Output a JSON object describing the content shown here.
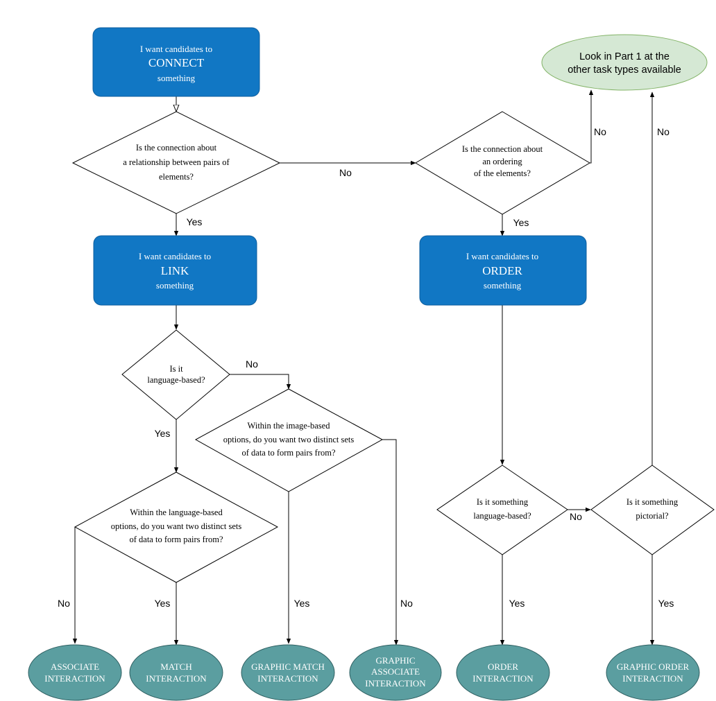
{
  "colors": {
    "box_fill": "#1177c4",
    "box_stroke": "#0d5e9e",
    "terminal_fill": "#5b9ea0",
    "terminal_stroke": "#2e5f61",
    "green_fill": "#d5e8d4",
    "green_stroke": "#82b366"
  },
  "nodes": {
    "connect_box": {
      "line1": "I want candidates to",
      "line2": "CONNECT",
      "line3": "something"
    },
    "link_box": {
      "line1": "I want candidates to",
      "line2": "LINK",
      "line3": "something"
    },
    "order_box": {
      "line1": "I want candidates to",
      "line2": "ORDER",
      "line3": "something"
    },
    "look_part1": {
      "line1": "Look in Part 1 at the",
      "line2": "other task types available"
    },
    "q_pairs": {
      "line1": "Is the connection about",
      "line2": "a relationship between pairs of",
      "line3": "elements?"
    },
    "q_ordering": {
      "line1": "Is the connection about",
      "line2": "an ordering",
      "line3": "of the elements?"
    },
    "q_language": {
      "line1": "Is it",
      "line2": "language-based?"
    },
    "q_image_sets": {
      "line1": "Within the image-based",
      "line2": "options, do you want two distinct sets",
      "line3": "of data to form pairs from?"
    },
    "q_language_sets": {
      "line1": "Within the language-based",
      "line2": "options, do you want two distinct sets",
      "line3": "of data to form pairs from?"
    },
    "q_order_language": {
      "line1": "Is it something",
      "line2": "language-based?"
    },
    "q_pictorial": {
      "line1": "Is it something",
      "line2": "pictorial?"
    },
    "t_associate": {
      "line1": "ASSOCIATE",
      "line2": "INTERACTION"
    },
    "t_match": {
      "line1": "MATCH",
      "line2": "INTERACTION"
    },
    "t_graphic_match": {
      "line1": "GRAPHIC MATCH",
      "line2": "INTERACTION"
    },
    "t_graphic_associate": {
      "line1": "GRAPHIC",
      "line2": "ASSOCIATE",
      "line3": "INTERACTION"
    },
    "t_order": {
      "line1": "ORDER",
      "line2": "INTERACTION"
    },
    "t_graphic_order": {
      "line1": "GRAPHIC ORDER",
      "line2": "INTERACTION"
    }
  },
  "edges": {
    "pairs_no": "No",
    "pairs_yes": "Yes",
    "ordering_no": "No",
    "ordering_yes": "Yes",
    "pictorial_no": "No",
    "language_no": "No",
    "language_yes": "Yes",
    "langsets_no": "No",
    "langsets_yes": "Yes",
    "imgsets_yes": "Yes",
    "imgsets_no": "No",
    "orderlang_no": "No",
    "orderlang_yes": "Yes",
    "pictorial_yes": "Yes"
  }
}
